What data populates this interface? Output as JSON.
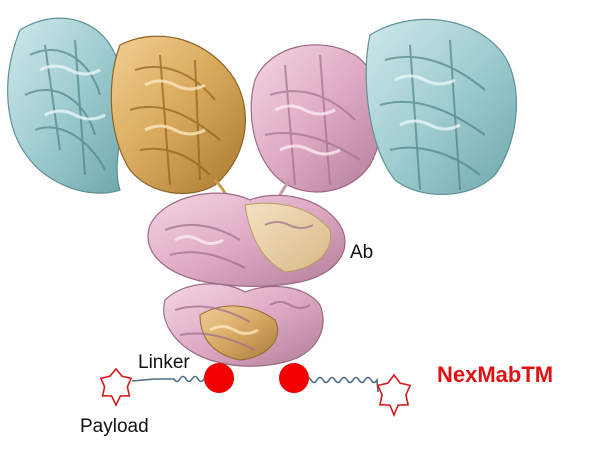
{
  "labels": {
    "ab": "Ab",
    "linker": "Linker",
    "payload": "Payload"
  },
  "brand": {
    "name": "NexMab",
    "trademark": "TM"
  },
  "colors": {
    "light_chain": "#a9d3d6",
    "heavy_chain_a": "#d7a85a",
    "heavy_chain_b": "#e3b5cc",
    "conjugation_site": "#f20000",
    "payload_outline": "#d41a1a",
    "linker_line": "#4d6f86",
    "brand_text": "#e01212"
  }
}
